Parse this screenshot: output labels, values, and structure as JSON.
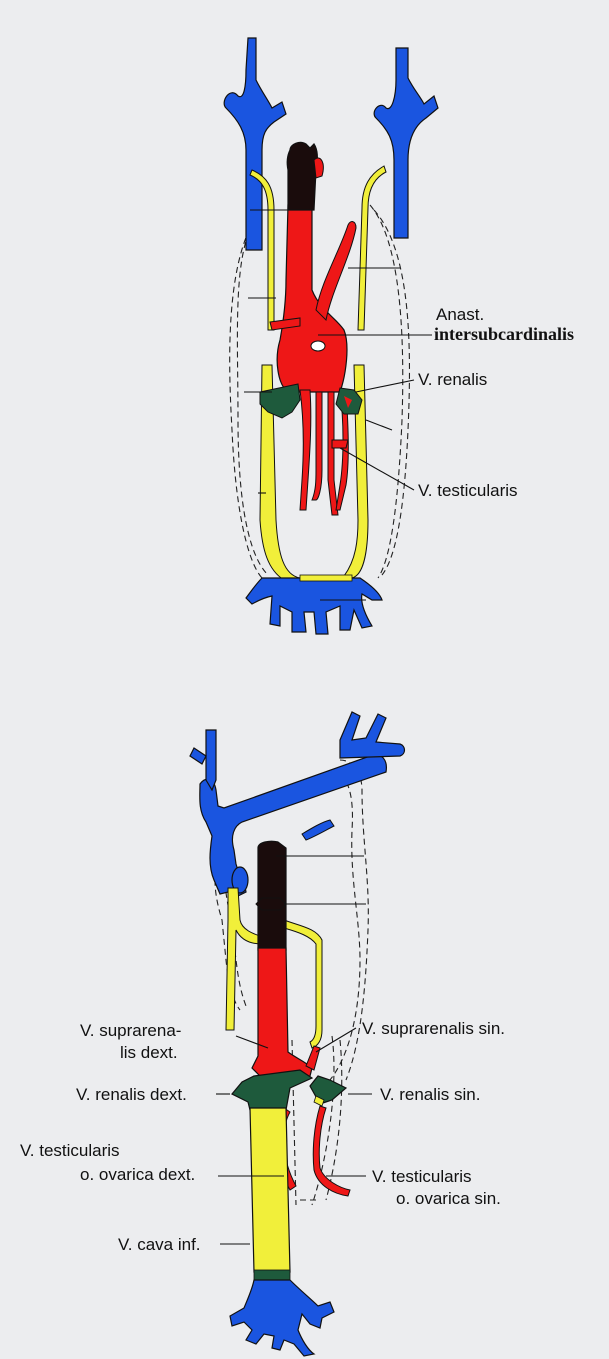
{
  "colors": {
    "background": "#ecedef",
    "venous_blue": "#1a55e0",
    "arterial_red": "#ee1717",
    "supracardinal_yellow": "#f1ef3a",
    "anastomosis_green": "#1e5a3c",
    "cardinal_black": "#1a0c0c",
    "outline": "#111111"
  },
  "upper_diagram": {
    "labels": {
      "anast_line1": "Anast.",
      "anast_line2": "intersubcardinalis",
      "renalis": "V. renalis",
      "testicularis": "V. testicularis"
    }
  },
  "lower_diagram": {
    "labels": {
      "suprarenalis_dext_line1": "V. suprarena-",
      "suprarenalis_dext_line2": "lis dext.",
      "renalis_dext": "V. renalis dext.",
      "testicularis_dext_line1": "V. testicularis",
      "testicularis_dext_line2": "o. ovarica dext.",
      "cava_inf": "V. cava inf.",
      "suprarenalis_sin": "V. suprarenalis sin.",
      "renalis_sin": "V. renalis sin.",
      "testicularis_sin_line1": "V. testicularis",
      "testicularis_sin_line2": "o. ovarica sin."
    }
  }
}
